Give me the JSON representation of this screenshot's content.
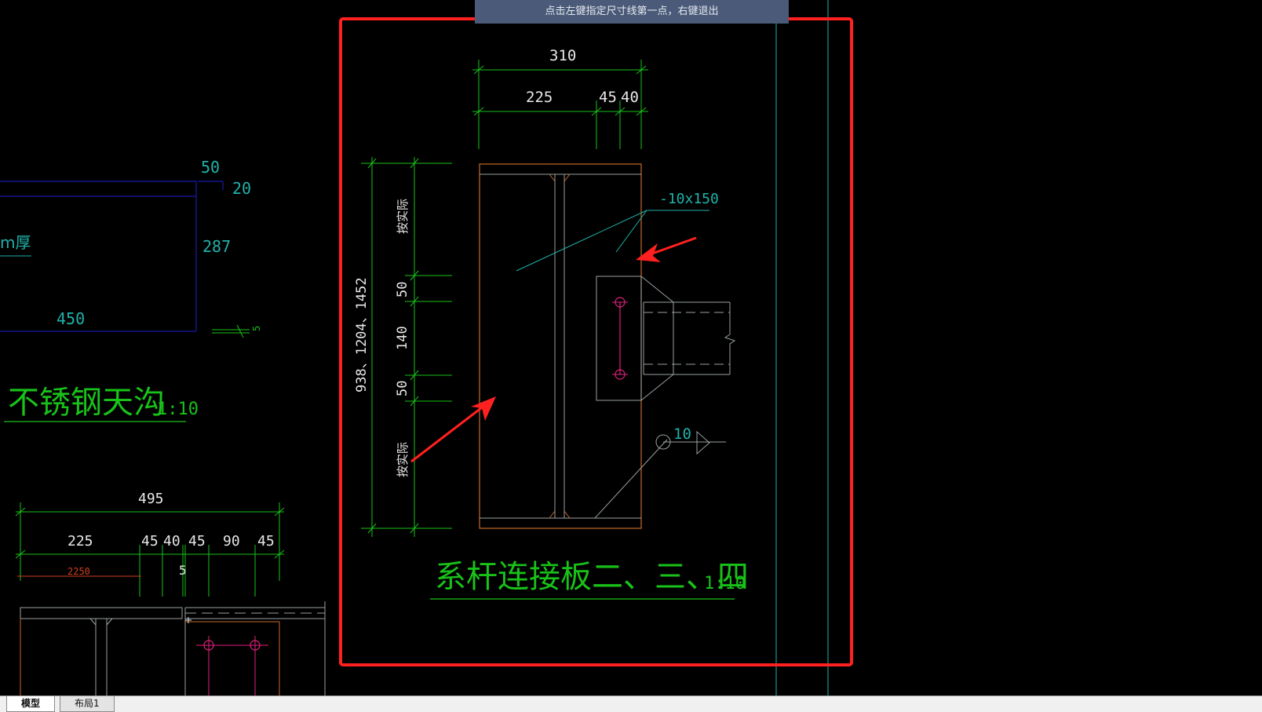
{
  "prompt": {
    "text": "点击左键指定尺寸线第一点，右键退出"
  },
  "tabs": [
    {
      "label": "模型",
      "active": true
    },
    {
      "label": "布局1",
      "active": false
    }
  ],
  "colors": {
    "background": "#000000",
    "dimension": "#19c219",
    "annotation": "#20b2aa",
    "outline": "#c66a28",
    "steel": "#9aa0a0",
    "bolt": "#e0207a",
    "highlight": "#ff2020",
    "gutter": "#1b1ba8"
  },
  "left_detail": {
    "dims": {
      "d50": "50",
      "d20": "20",
      "d287": "287",
      "d450": "450",
      "thk": "m厚",
      "slope": "5"
    },
    "title": "不锈钢天沟",
    "scale": "1:10"
  },
  "left_bottom": {
    "overall": "495",
    "segments": [
      "225",
      "45",
      "40",
      "45",
      "90",
      "45"
    ],
    "sub": "2250",
    "small": "5"
  },
  "main_detail": {
    "top_overall": "310",
    "top_segments": [
      "225",
      "45",
      "40"
    ],
    "vertical_overall": "938、1204、1452",
    "vertical_segments": [
      "按实际",
      "50",
      "140",
      "50",
      "按实际"
    ],
    "plate_label": "-10x150",
    "weld_size": "10",
    "title": "系杆连接板二、三、四",
    "scale": "1:10"
  }
}
